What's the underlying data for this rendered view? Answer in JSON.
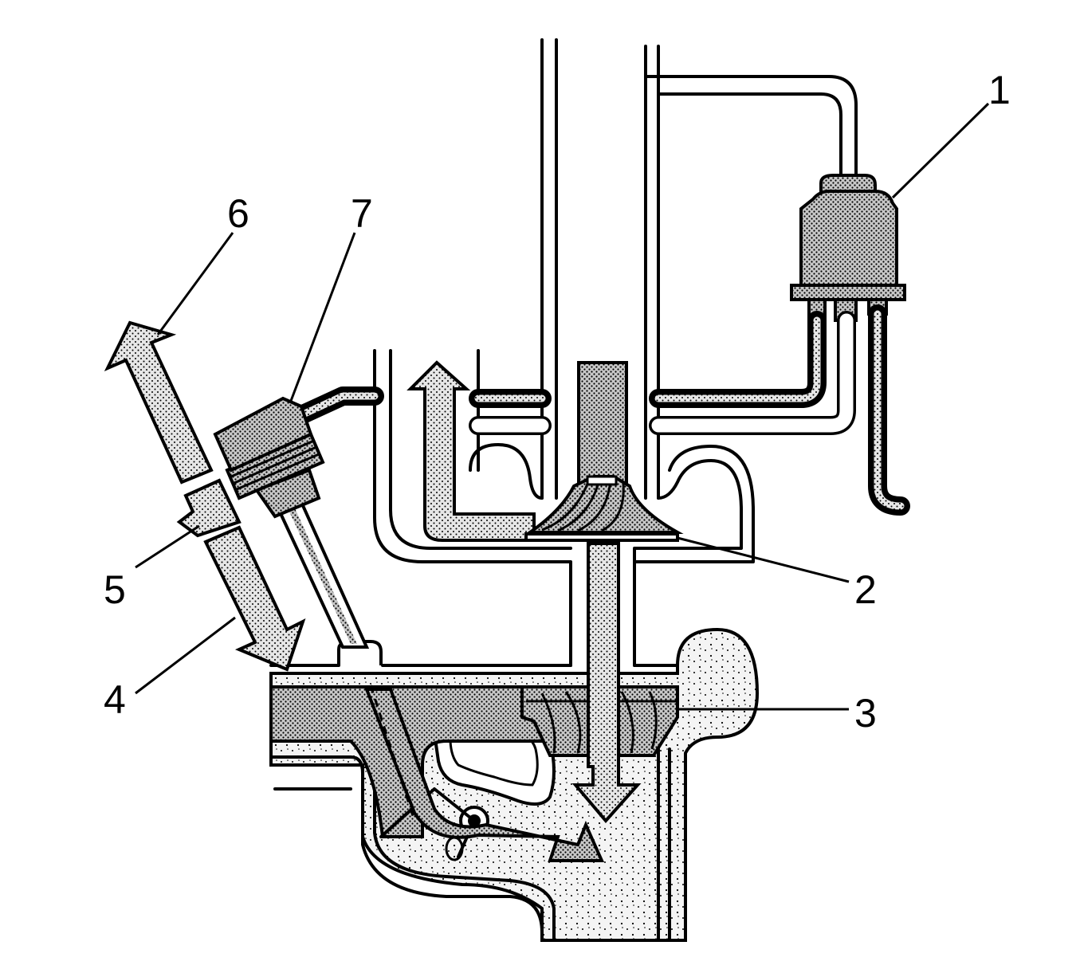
{
  "diagram": {
    "callouts": [
      {
        "id": "1",
        "label": "1"
      },
      {
        "id": "2",
        "label": "2"
      },
      {
        "id": "3",
        "label": "3"
      },
      {
        "id": "4",
        "label": "4"
      },
      {
        "id": "5",
        "label": "5"
      },
      {
        "id": "6",
        "label": "6"
      },
      {
        "id": "7",
        "label": "7"
      }
    ],
    "colors": {
      "line": "#000000",
      "background": "#ffffff",
      "stipple_dark": "#8a8a8a",
      "stipple_light": "#e2e2e2"
    }
  }
}
